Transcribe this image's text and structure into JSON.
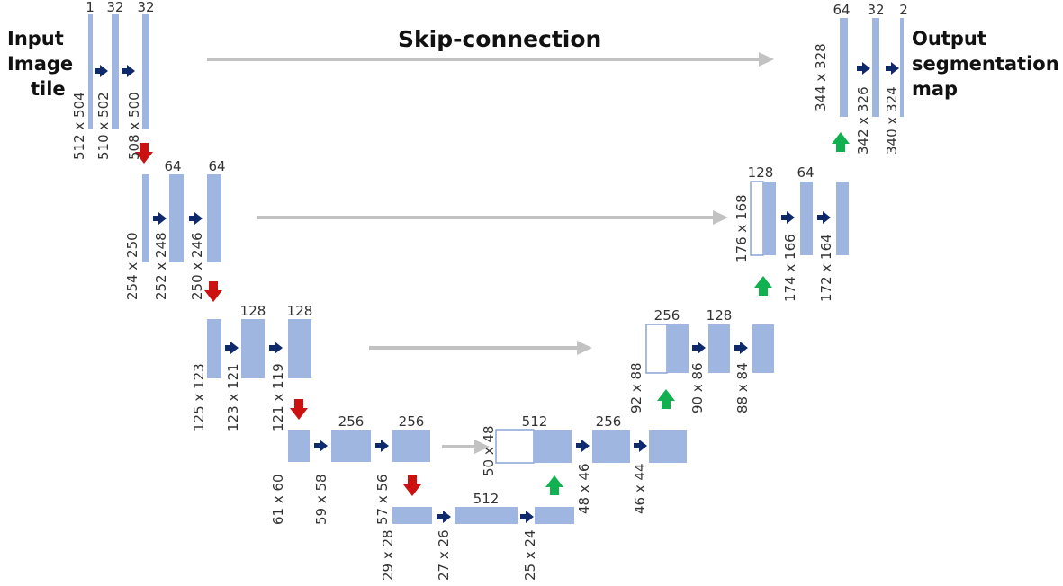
{
  "colors": {
    "bar_fill": "#9eb6e0",
    "bar_stroke": "#7f9ad0",
    "conv_arrow": "#0f2a6b",
    "down_arrow": "#cc1111",
    "up_arrow": "#11b050",
    "skip_arrow": "#c2c2c2",
    "text": "#333333"
  },
  "title": "Skip-connection",
  "input_label": [
    "Input",
    "Image",
    "tile"
  ],
  "output_label": [
    "Output",
    "segmentation",
    "map"
  ],
  "channels": [
    {
      "id": "ch-1",
      "text": "1"
    },
    {
      "id": "ch-32a",
      "text": "32"
    },
    {
      "id": "ch-32b",
      "text": "32"
    },
    {
      "id": "ch-64a",
      "text": "64"
    },
    {
      "id": "ch-64b",
      "text": "64"
    },
    {
      "id": "ch-128a",
      "text": "128"
    },
    {
      "id": "ch-128b",
      "text": "128"
    },
    {
      "id": "ch-256a",
      "text": "256"
    },
    {
      "id": "ch-256b",
      "text": "256"
    },
    {
      "id": "ch-512a",
      "text": "512"
    },
    {
      "id": "ch-512b",
      "text": "512"
    },
    {
      "id": "ch-256c",
      "text": "256"
    },
    {
      "id": "ch-256d",
      "text": "256"
    },
    {
      "id": "ch-128c",
      "text": "128"
    },
    {
      "id": "ch-128d",
      "text": "128"
    },
    {
      "id": "ch-64c",
      "text": "64"
    },
    {
      "id": "ch-64d",
      "text": "64"
    },
    {
      "id": "ch-32c",
      "text": "32"
    },
    {
      "id": "ch-2",
      "text": "2"
    }
  ],
  "sizes": [
    {
      "id": "sz-512",
      "text": "512 x 504"
    },
    {
      "id": "sz-510",
      "text": "510 x 502"
    },
    {
      "id": "sz-508",
      "text": "508 x 500"
    },
    {
      "id": "sz-254",
      "text": "254 x 250"
    },
    {
      "id": "sz-252",
      "text": "252 x 248"
    },
    {
      "id": "sz-250",
      "text": "250 x 246"
    },
    {
      "id": "sz-125",
      "text": "125 x 123"
    },
    {
      "id": "sz-123",
      "text": "123 x 121"
    },
    {
      "id": "sz-121",
      "text": "121 x 119"
    },
    {
      "id": "sz-61",
      "text": "61 x 60"
    },
    {
      "id": "sz-59",
      "text": "59 x 58"
    },
    {
      "id": "sz-57",
      "text": "57 x 56"
    },
    {
      "id": "sz-29",
      "text": "29 x 28"
    },
    {
      "id": "sz-27",
      "text": "27 x 26"
    },
    {
      "id": "sz-25",
      "text": "25 x 24"
    },
    {
      "id": "sz-50",
      "text": "50 x 48"
    },
    {
      "id": "sz-48",
      "text": "48 x 46"
    },
    {
      "id": "sz-46",
      "text": "46 x 44"
    },
    {
      "id": "sz-92",
      "text": "92 x 88"
    },
    {
      "id": "sz-90",
      "text": "90 x 86"
    },
    {
      "id": "sz-88",
      "text": "88 x 84"
    },
    {
      "id": "sz-176",
      "text": "176 x 168"
    },
    {
      "id": "sz-174",
      "text": "174 x 166"
    },
    {
      "id": "sz-172",
      "text": "172 x 164"
    },
    {
      "id": "sz-344",
      "text": "344 x 328"
    },
    {
      "id": "sz-342",
      "text": "342 x 326"
    },
    {
      "id": "sz-340",
      "text": "340 x 324"
    }
  ]
}
